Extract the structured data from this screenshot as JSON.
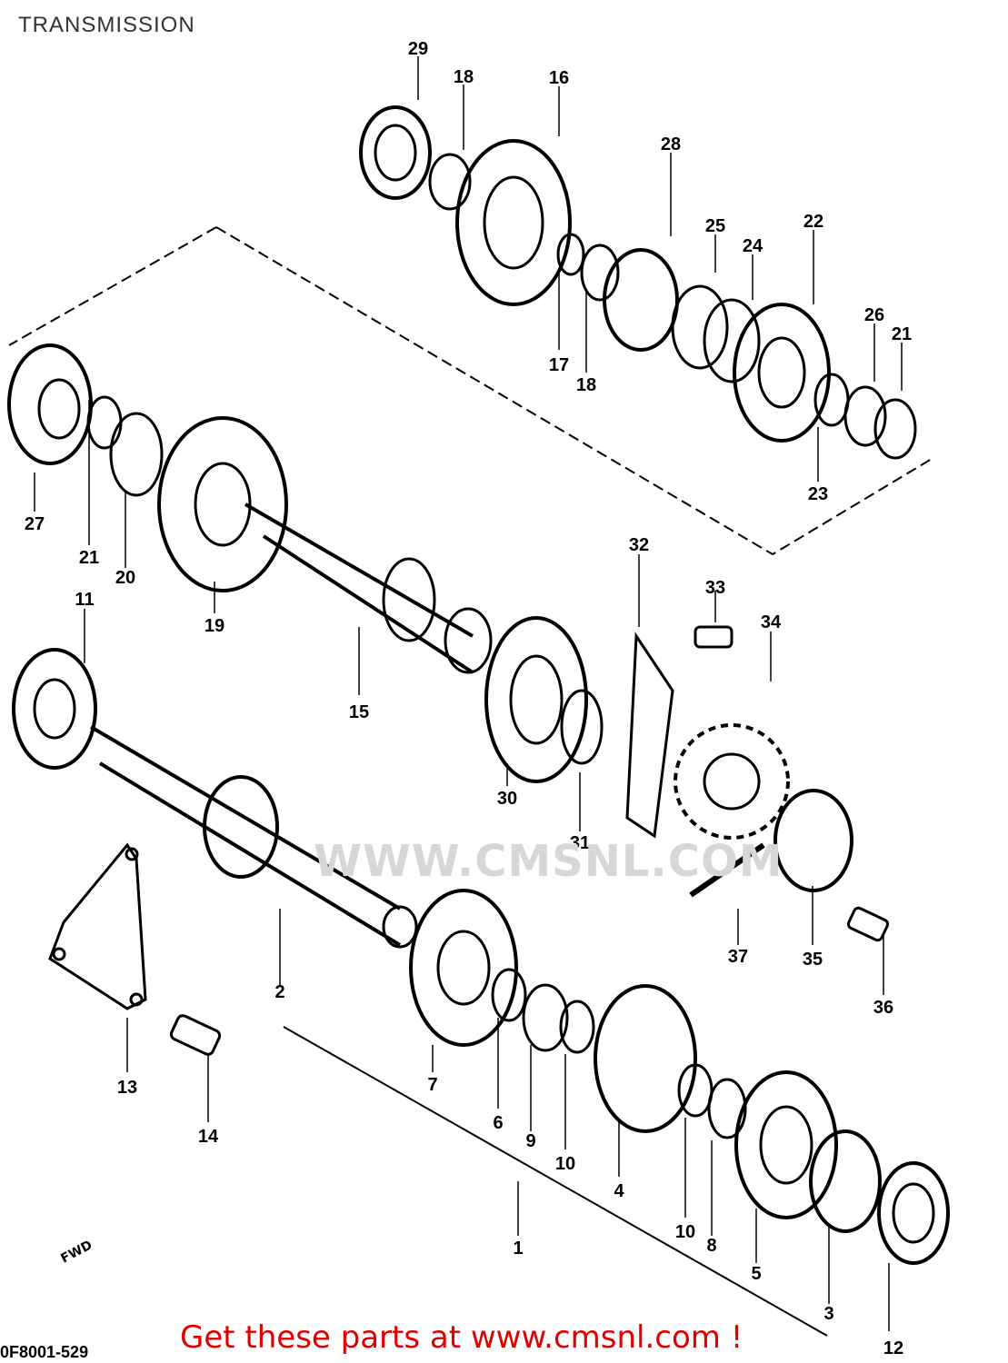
{
  "title": "TRANSMISSION",
  "watermark": "WWW.CMSNL.COM",
  "footer": "Get these parts at www.cmsnl.com !",
  "drawing_code": "0F8001-529",
  "fwd_label": "FWD",
  "part_numbers": [
    "29",
    "18",
    "16",
    "28",
    "25",
    "24",
    "22",
    "26",
    "21",
    "17",
    "18",
    "23",
    "27",
    "21",
    "20",
    "19",
    "15",
    "11",
    "32",
    "33",
    "34",
    "30",
    "31",
    "37",
    "35",
    "36",
    "13",
    "14",
    "2",
    "7",
    "6",
    "9",
    "10",
    "4",
    "10",
    "8",
    "5",
    "3",
    "1",
    "12"
  ]
}
